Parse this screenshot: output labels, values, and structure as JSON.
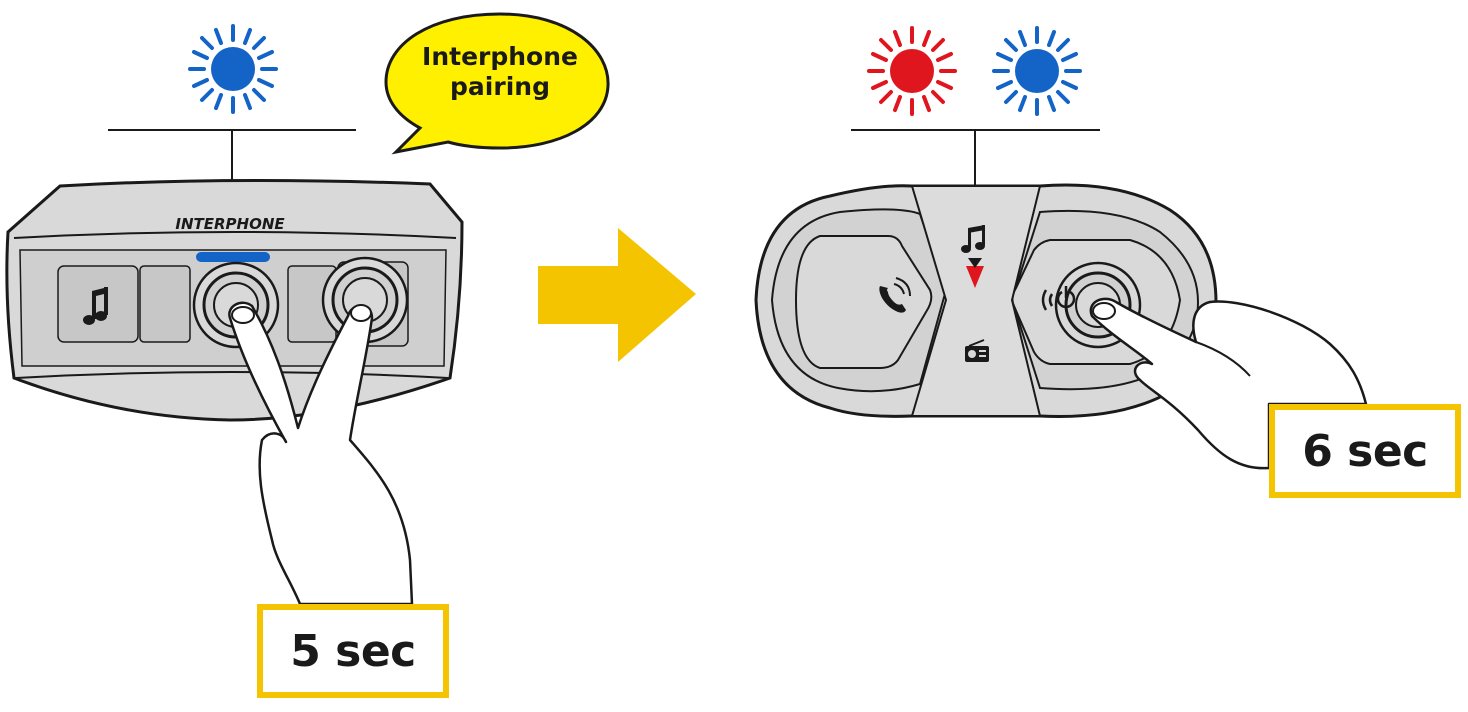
{
  "bubble": {
    "line1": "Interphone",
    "line2": "pairing"
  },
  "left_step": {
    "brand": "INTERPHONE",
    "duration": "5 sec",
    "led_color": "#1464c8"
  },
  "right_step": {
    "duration": "6 sec",
    "led_colors": [
      "#e0161e",
      "#1464c8"
    ]
  },
  "colors": {
    "accent_yellow": "#f5c400",
    "bubble_yellow": "#fff000",
    "device_grey": "#d9d9d9",
    "outline": "#1a1a1a",
    "led_red": "#e0161e",
    "led_blue": "#1464c8"
  },
  "icons": {
    "music": "music-note-icon",
    "phone": "phone-icon",
    "power": "power-icon",
    "radio": "radio-icon"
  }
}
